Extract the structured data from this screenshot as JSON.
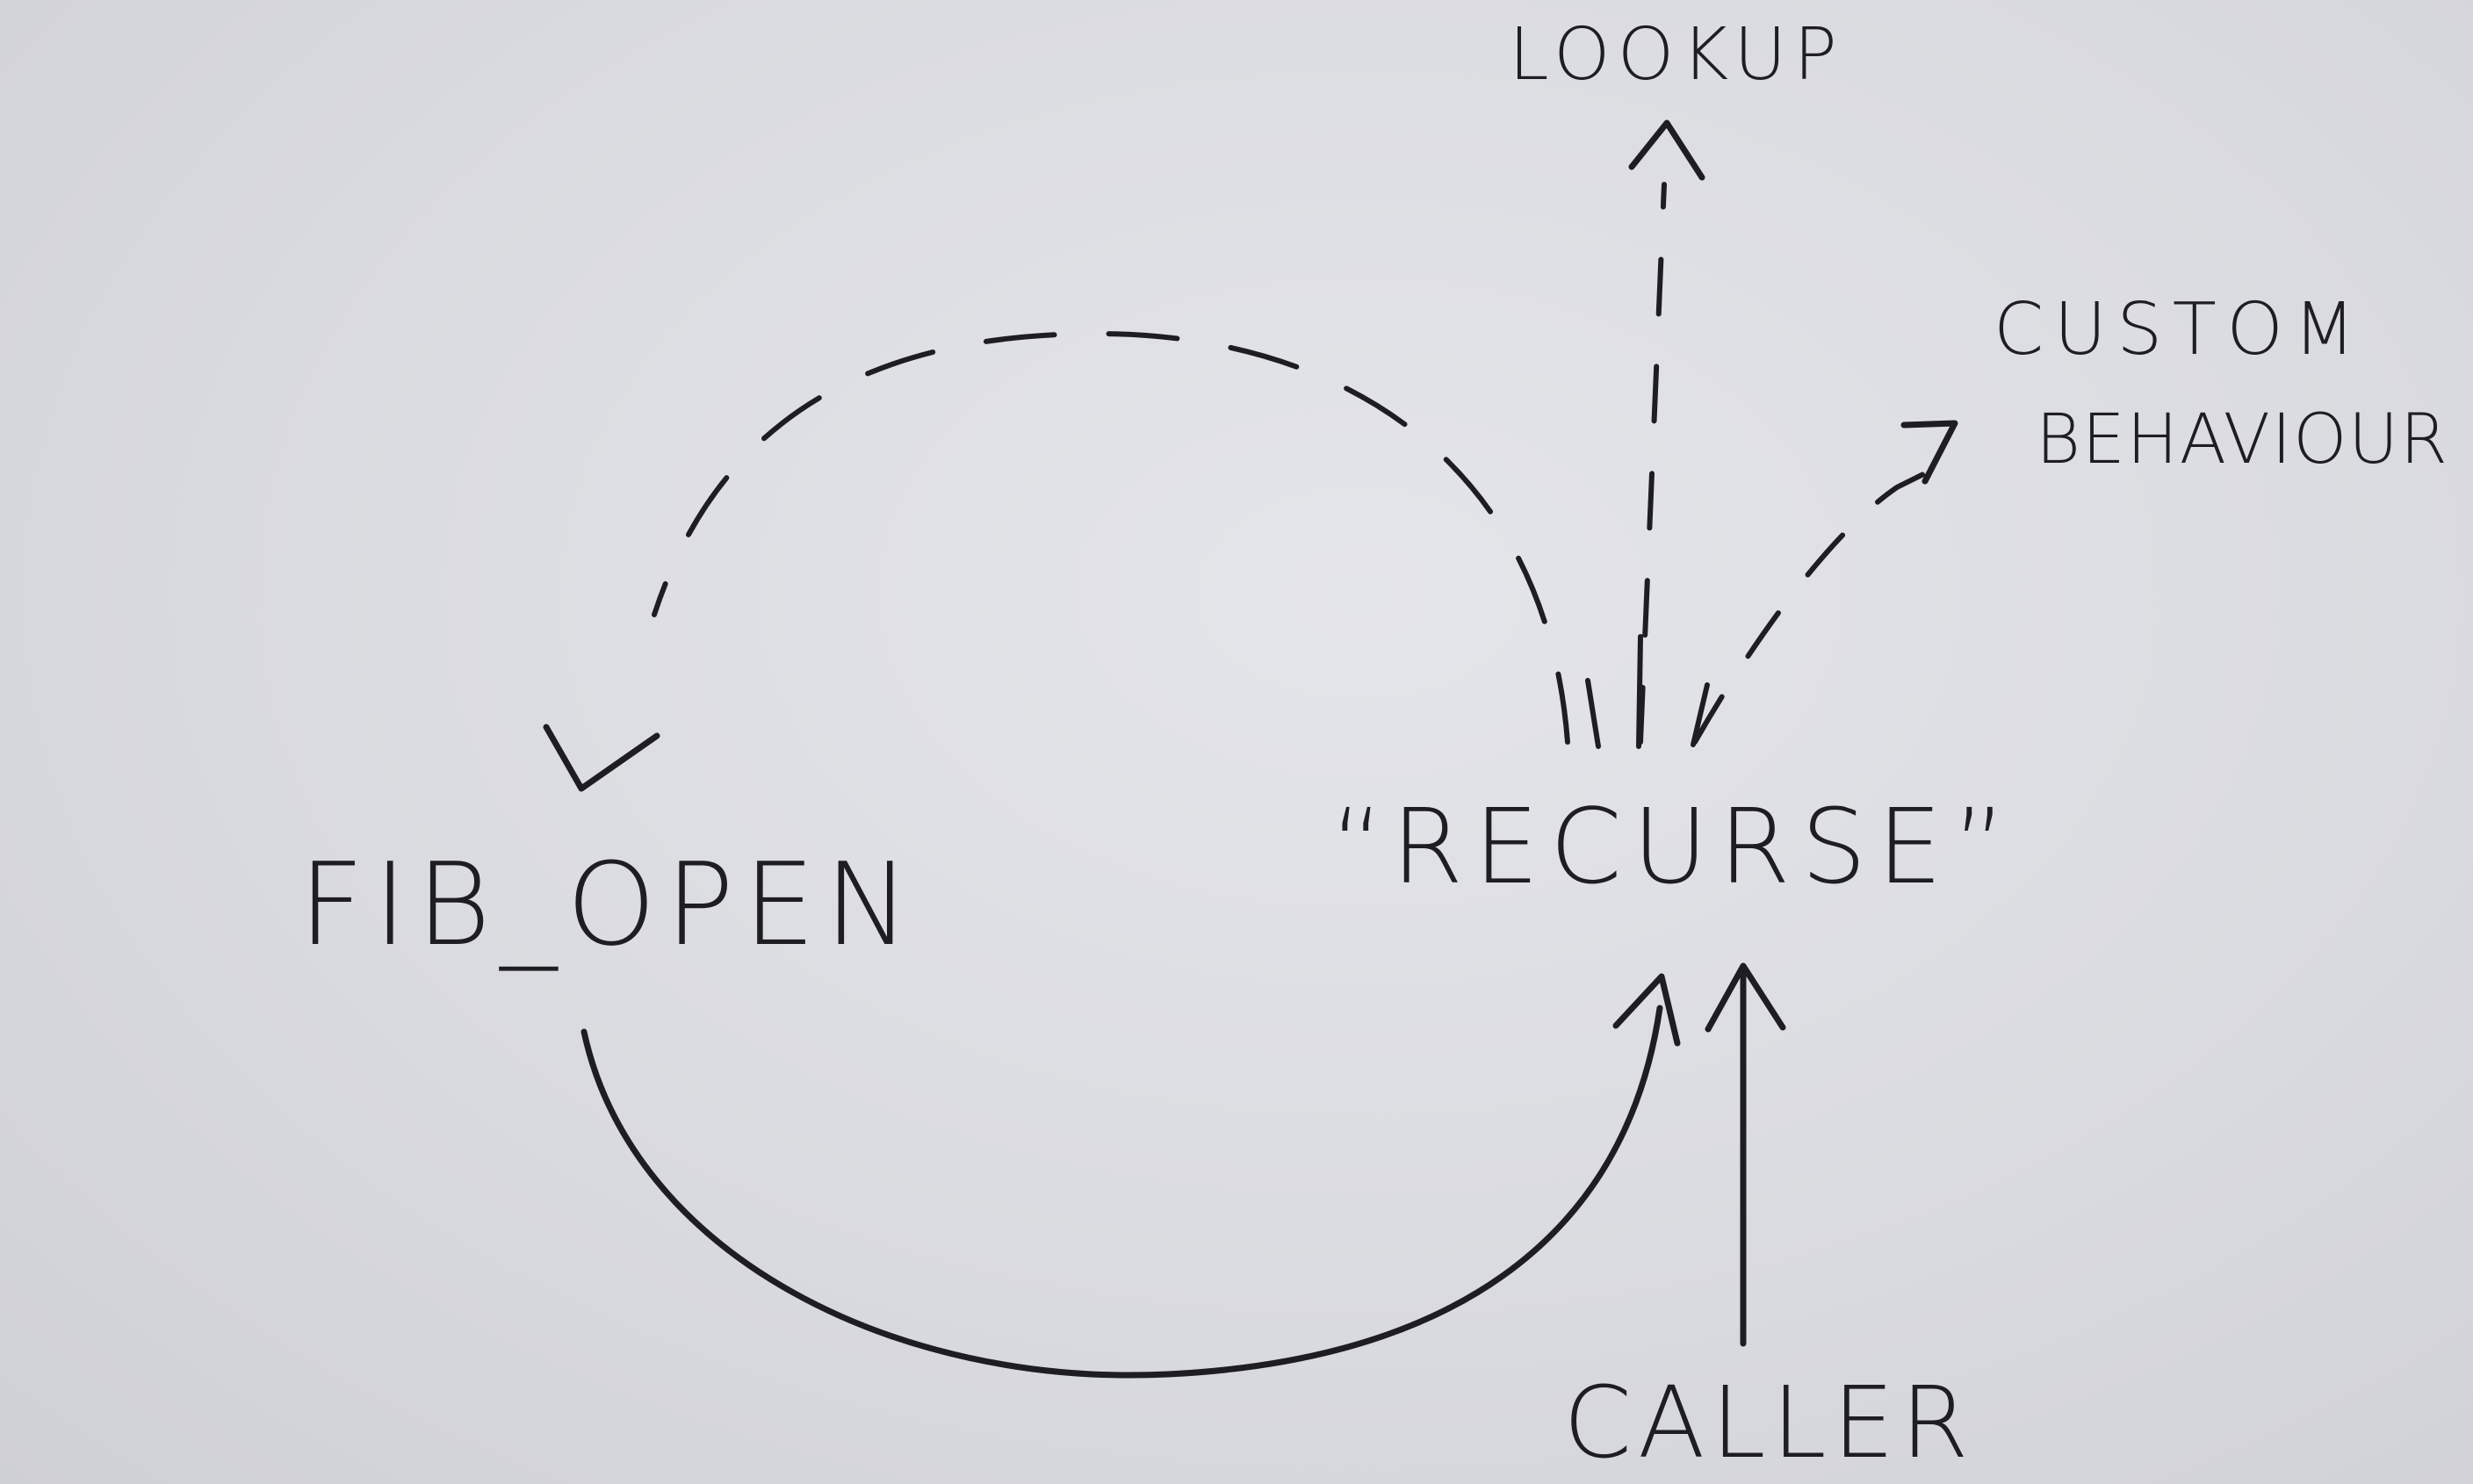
{
  "nodes": {
    "lookup": "LOOKUP",
    "custom": "CUSTOM",
    "behaviour": "BEHAVIOUR",
    "fib_open": "FIB_OPEN",
    "recurse": "“RECURSE”",
    "caller": "CALLER"
  },
  "edges": [
    {
      "from": "FIB_OPEN",
      "to": "“RECURSE”",
      "style": "solid"
    },
    {
      "from": "CALLER",
      "to": "“RECURSE”",
      "style": "solid"
    },
    {
      "from": "“RECURSE”",
      "to": "FIB_OPEN",
      "style": "dashed"
    },
    {
      "from": "“RECURSE”",
      "to": "LOOKUP",
      "style": "dashed"
    },
    {
      "from": "“RECURSE”",
      "to": "CUSTOM BEHAVIOUR",
      "style": "dashed"
    }
  ],
  "colors": {
    "paper": "#dcdde2",
    "ink": "#1e1e22"
  }
}
